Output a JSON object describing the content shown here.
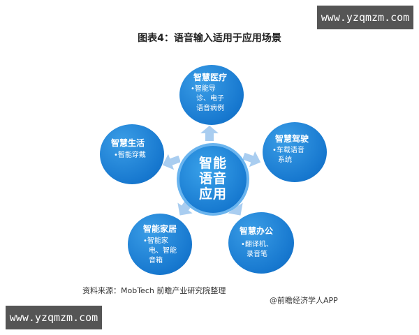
{
  "title": "图表4：语音输入适用于应用场景",
  "center": {
    "line1": "智能",
    "line2": "语音",
    "line3": "应用"
  },
  "nodes": {
    "medical": {
      "title": "智慧医疗",
      "line1": "•智能导",
      "line2": "诊、电子",
      "line3": "语音病例"
    },
    "driving": {
      "title": "智慧驾驶",
      "line1": "•车载语音",
      "line2": "系统"
    },
    "office": {
      "title": "智慧办公",
      "line1": "•翻译机、",
      "line2": "录音笔"
    },
    "home": {
      "title": "智能家居",
      "line1": "•智能家",
      "line2": "电、智能",
      "line3": "音箱"
    },
    "life": {
      "title": "智慧生活",
      "line1": "•智能穿戴"
    }
  },
  "source": "资料来源：MobTech 前瞻产业研究院整理",
  "credit": "@前瞻经济学人APP",
  "watermark": {
    "site": "www.yzqmzm.com"
  },
  "colors": {
    "node": "#1778cf",
    "arrow": "#a9cdf0"
  }
}
